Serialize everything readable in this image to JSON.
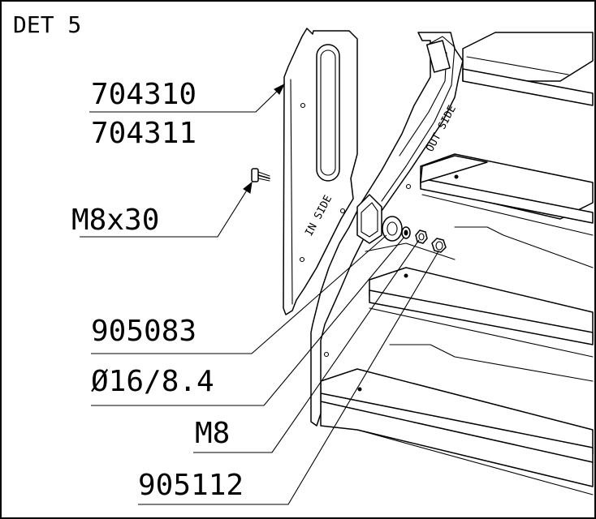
{
  "detail_title": "DET 5",
  "callouts": {
    "panel_part_1": "704310",
    "panel_part_2": "704311",
    "bolt": "M8x30",
    "spacer": "905083",
    "washer": "Ø16/8.4",
    "nut": "M8",
    "locknut": "905112"
  },
  "panel_labels": {
    "inside": "IN SIDE",
    "outside": "OUT SIDE"
  }
}
